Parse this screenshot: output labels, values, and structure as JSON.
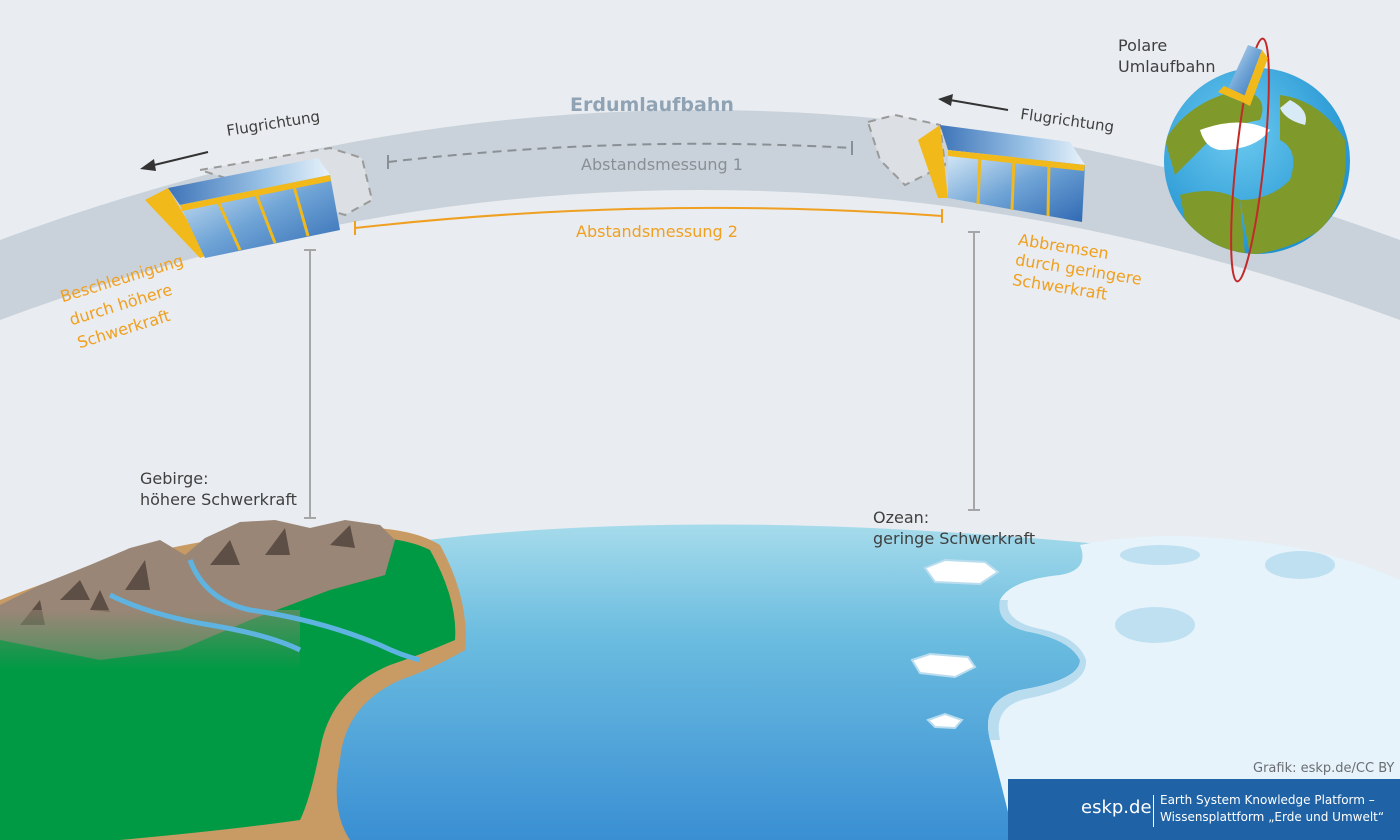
{
  "labels": {
    "orbit": "Erdumlaufbahn",
    "polar_1": "Polare",
    "polar_2": "Umlaufbahn",
    "flight_dir_left": "Flugrichtung",
    "flight_dir_right": "Flugrichtung",
    "measurement_1": "Abstandsmessung 1",
    "measurement_2": "Abstandsmessung 2",
    "accel_1": "Beschleunigung",
    "accel_2": "durch höhere",
    "accel_3": "Schwerkraft",
    "brake_1": "Abbremsen",
    "brake_2": "durch geringere",
    "brake_3": "Schwerkraft",
    "mountain_1": "Gebirge:",
    "mountain_2": "höhere Schwerkraft",
    "ocean_1": "Ozean:",
    "ocean_2": "geringe Schwerkraft",
    "credit": "Grafik: eskp.de/CC BY"
  },
  "footer": {
    "brand": "eskp.de",
    "line1": "Earth System Knowledge Platform –",
    "line2": "Wissensplattform „Erde und Umwelt“"
  },
  "colors": {
    "background": "#e9ecf0",
    "orbit_band": "#c9d2da",
    "accent_orange": "#f0a020",
    "ocean": "#5aaedb",
    "land_green": "#009a44",
    "mountain": "#9a8676",
    "ice": "#e6f3fb",
    "footer_blue": "#1f63a6"
  }
}
